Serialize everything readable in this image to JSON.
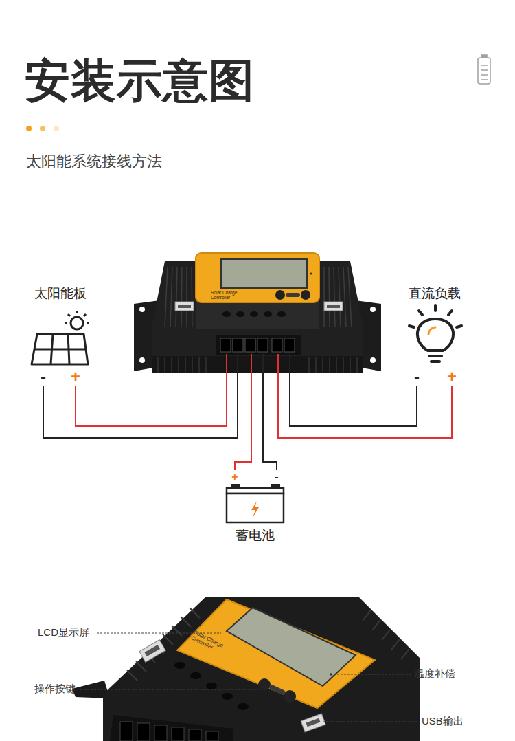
{
  "diagram": {
    "title": "安装示意图",
    "nodes": [
      {
        "text": [
          "太阳能板"
        ]
      },
      {
        "text": [
          "Solar Charge Controller"
        ]
      },
      {
        "text": [
          "直流负载"
        ]
      },
      {
        "text": [
          "蓄电池"
        ]
      }
    ],
    "edges": [
      {
        "from": 1,
        "to": 0,
        "arrow": "none"
      },
      {
        "from": 1,
        "to": 0,
        "arrow": "none"
      },
      {
        "from": 1,
        "to": 3,
        "arrow": "none"
      },
      {
        "from": 1,
        "to": 3,
        "arrow": "none"
      },
      {
        "from": 1,
        "to": 2,
        "arrow": "none"
      },
      {
        "from": 1,
        "to": 2,
        "arrow": "none"
      }
    ],
    "labels": [
      "太阳能系统接线方法",
      "-",
      "+",
      "-",
      "+",
      "+",
      "-",
      "Solar Charge Controller",
      "LCD显示屏",
      "温度补偿",
      "操作按键",
      "USB输出"
    ]
  }
}
